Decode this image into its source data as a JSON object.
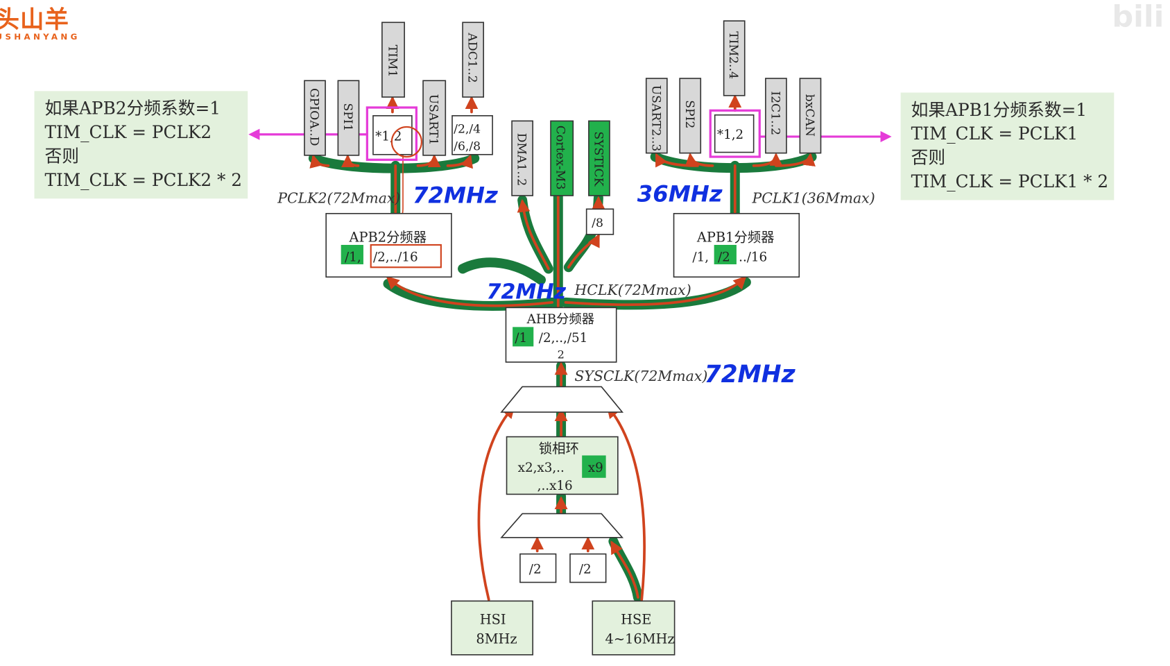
{
  "logo": {
    "brand": "头山羊",
    "sub": "USHANYANG"
  },
  "watermark": {
    "text": "bili"
  },
  "notes": {
    "apb2": [
      "如果APB2分频系数=1",
      "TIM_CLK = PCLK2",
      "否则",
      "TIM_CLK = PCLK2 * 2"
    ],
    "apb1": [
      "如果APB1分频系数=1",
      "TIM_CLK = PCLK1",
      "否则",
      "TIM_CLK = PCLK1 * 2"
    ]
  },
  "peripherals": {
    "gpio": "GPIOA..D",
    "spi1": "SPI1",
    "tim1": "TIM1",
    "usart1": "USART1",
    "adc": "ADC1..2",
    "dma": "DMA1..2",
    "cortex": "Cortex-M3",
    "systick": "SYSTICK",
    "usart23": "USART2..3",
    "spi2": "SPI2",
    "tim24": "TIM2..4",
    "i2c": "I2C1..2",
    "bxcan": "bxCAN"
  },
  "mult_apb2": "*1,2",
  "mult_apb1": "*1,2",
  "adc_div": [
    "/2,/4",
    "/6,/8"
  ],
  "systick_div": "/8",
  "apb2_divider": {
    "title": "APB2分频器",
    "sel": "/1,",
    "rest": "/2,../16"
  },
  "apb1_divider": {
    "title": "APB1分频器",
    "pre": "/1,",
    "sel": "/2",
    "rest": "../16"
  },
  "ahb_divider": {
    "title": "AHB分频器",
    "sel": "/1",
    "rest": "/2,..,/51",
    "tail": "2"
  },
  "pll": {
    "title": "锁相环",
    "line1": "x2,x3,..",
    "sel": "x9",
    "line2": ",..x16"
  },
  "hsi_div": "/2",
  "hse_div": "/2",
  "hsi": {
    "name": "HSI",
    "freq": "8MHz"
  },
  "hse": {
    "name": "HSE",
    "freq": "4~16MHz"
  },
  "labels": {
    "pclk2": "PCLK2(72Mmax)",
    "pclk1": "PCLK1(36Mmax)",
    "hclk": "HCLK(72Mmax)",
    "sysclk": "SYSCLK(72Mmax)"
  },
  "handwritten": {
    "apb2_freq": "72MHz",
    "apb1_freq": "36MHz",
    "hclk_freq": "72MHz",
    "sysclk_freq": "72MHz"
  },
  "colors": {
    "green_path": "#1a7a3c",
    "red_path": "#d0431e",
    "magenta": "#e53bd8",
    "box_fill": "#e3f1dd",
    "highlight": "#22b14c",
    "hand_blue": "#1030e0"
  }
}
